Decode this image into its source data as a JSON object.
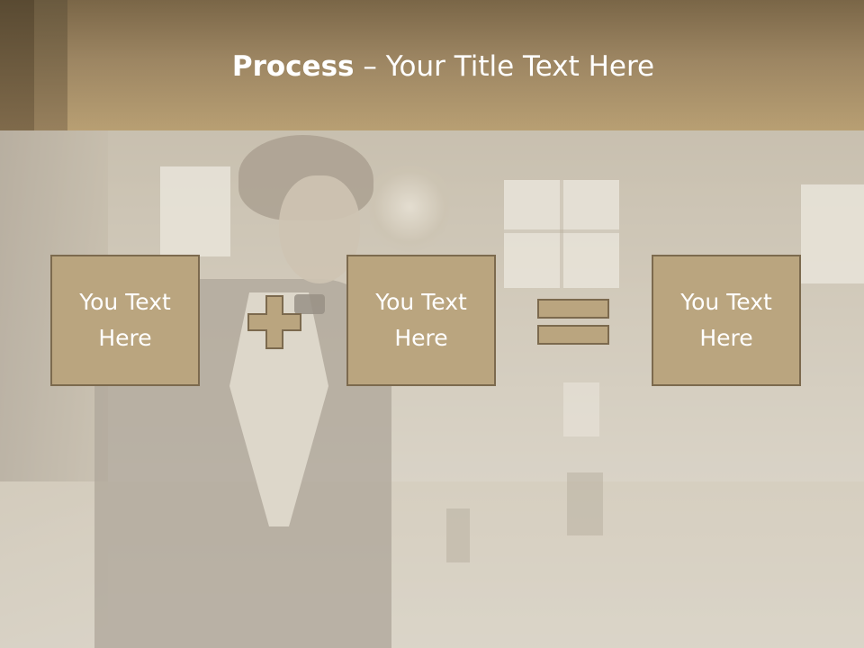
{
  "slide": {
    "title_bold": "Process",
    "title_rest": " – Your Title Text Here",
    "boxes": [
      {
        "line1": "You Text",
        "line2": "Here"
      },
      {
        "line1": "You Text",
        "line2": "Here"
      },
      {
        "line1": "You Text",
        "line2": "Here"
      }
    ],
    "operators": [
      {
        "icon": "plus-icon"
      },
      {
        "icon": "equals-icon"
      }
    ]
  },
  "colors": {
    "header": "#a48c66",
    "box_fill": "#baa57f",
    "box_border": "#7c6a4e",
    "text": "#ffffff"
  }
}
